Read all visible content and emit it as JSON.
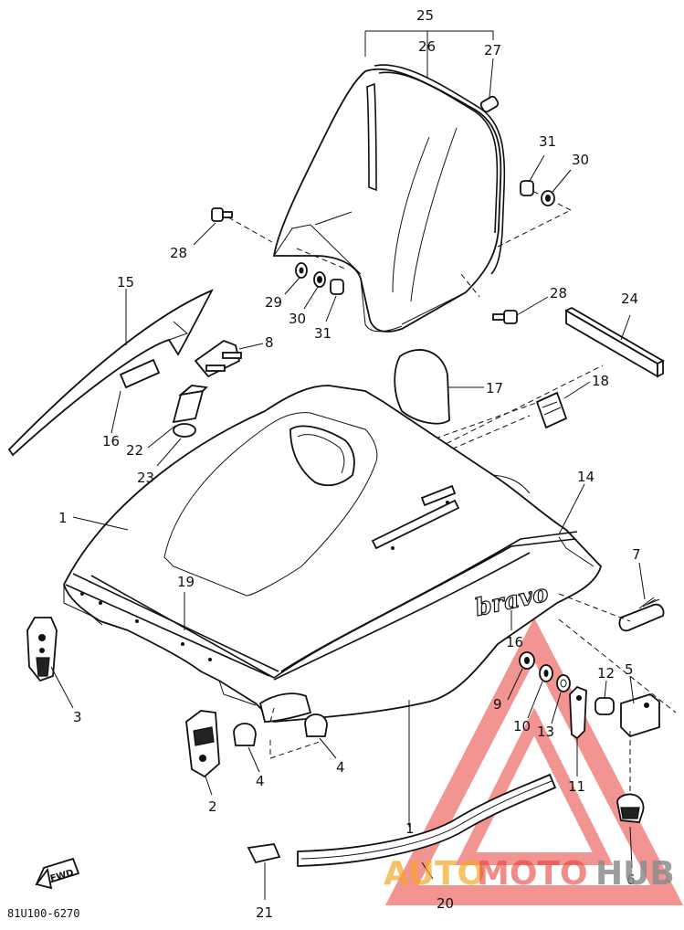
{
  "callouts": [
    {
      "id": "c1",
      "text": "1"
    },
    {
      "id": "c1b",
      "text": "1"
    },
    {
      "id": "c2",
      "text": "2"
    },
    {
      "id": "c3",
      "text": "3"
    },
    {
      "id": "c4a",
      "text": "4"
    },
    {
      "id": "c4b",
      "text": "4"
    },
    {
      "id": "c5",
      "text": "5"
    },
    {
      "id": "c6",
      "text": "6"
    },
    {
      "id": "c7",
      "text": "7"
    },
    {
      "id": "c8",
      "text": "8"
    },
    {
      "id": "c9",
      "text": "9"
    },
    {
      "id": "c10",
      "text": "10"
    },
    {
      "id": "c11",
      "text": "11"
    },
    {
      "id": "c12",
      "text": "12"
    },
    {
      "id": "c13",
      "text": "13"
    },
    {
      "id": "c14",
      "text": "14"
    },
    {
      "id": "c15",
      "text": "15"
    },
    {
      "id": "c16a",
      "text": "16"
    },
    {
      "id": "c16b",
      "text": "16"
    },
    {
      "id": "c17",
      "text": "17"
    },
    {
      "id": "c18",
      "text": "18"
    },
    {
      "id": "c19",
      "text": "19"
    },
    {
      "id": "c20",
      "text": "20"
    },
    {
      "id": "c21",
      "text": "21"
    },
    {
      "id": "c22",
      "text": "22"
    },
    {
      "id": "c23",
      "text": "23"
    },
    {
      "id": "c24",
      "text": "24"
    },
    {
      "id": "c25",
      "text": "25"
    },
    {
      "id": "c26",
      "text": "26"
    },
    {
      "id": "c27",
      "text": "27"
    },
    {
      "id": "c28a",
      "text": "28"
    },
    {
      "id": "c28b",
      "text": "28"
    },
    {
      "id": "c29",
      "text": "29"
    },
    {
      "id": "c30a",
      "text": "30"
    },
    {
      "id": "c30b",
      "text": "30"
    },
    {
      "id": "c31a",
      "text": "31"
    },
    {
      "id": "c31b",
      "text": "31"
    }
  ],
  "hood_badge": "bravo",
  "forward_arrow_text": "FWD",
  "diagram_code": "81U100-6270",
  "watermark": {
    "auto": "AUTO",
    "moto": "MOTO",
    "hub": "HUB",
    "color_orange": "#f5a623",
    "color_red": "#e8403a",
    "color_gray": "#8c8c8c"
  }
}
